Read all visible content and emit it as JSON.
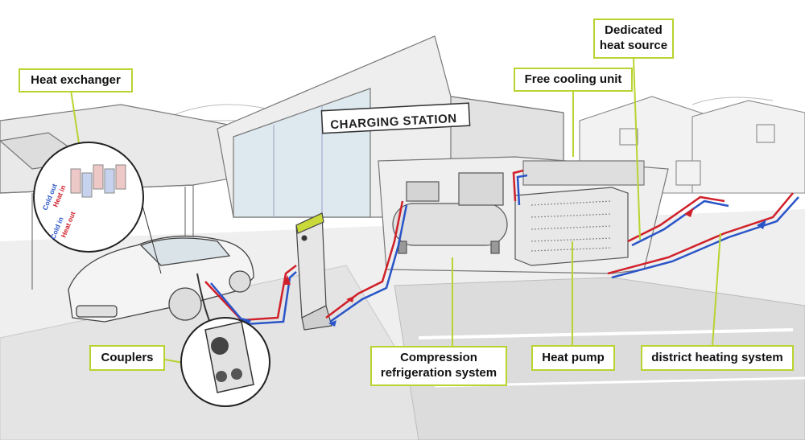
{
  "sign": {
    "text": "CHARGING STATION"
  },
  "labels": {
    "heat_exchanger": "Heat exchanger",
    "couplers": "Couplers",
    "compression_line1": "Compression",
    "compression_line2": "refrigeration system",
    "heat_pump": "Heat pump",
    "free_cooling": "Free cooling unit",
    "dedicated_line1": "Dedicated",
    "dedicated_line2": "heat source",
    "district_heating": "district heating system"
  },
  "heat_exchanger_inset": {
    "cold_out": "Cold out",
    "heat_in": "Heat in",
    "cold_in": "Cold in",
    "heat_out": "Heat out"
  },
  "colors": {
    "callout_border": "#b7d431",
    "hot_pipe": "#d0202a",
    "cold_pipe": "#2a55c8",
    "charger_accent": "#c9d93a"
  }
}
